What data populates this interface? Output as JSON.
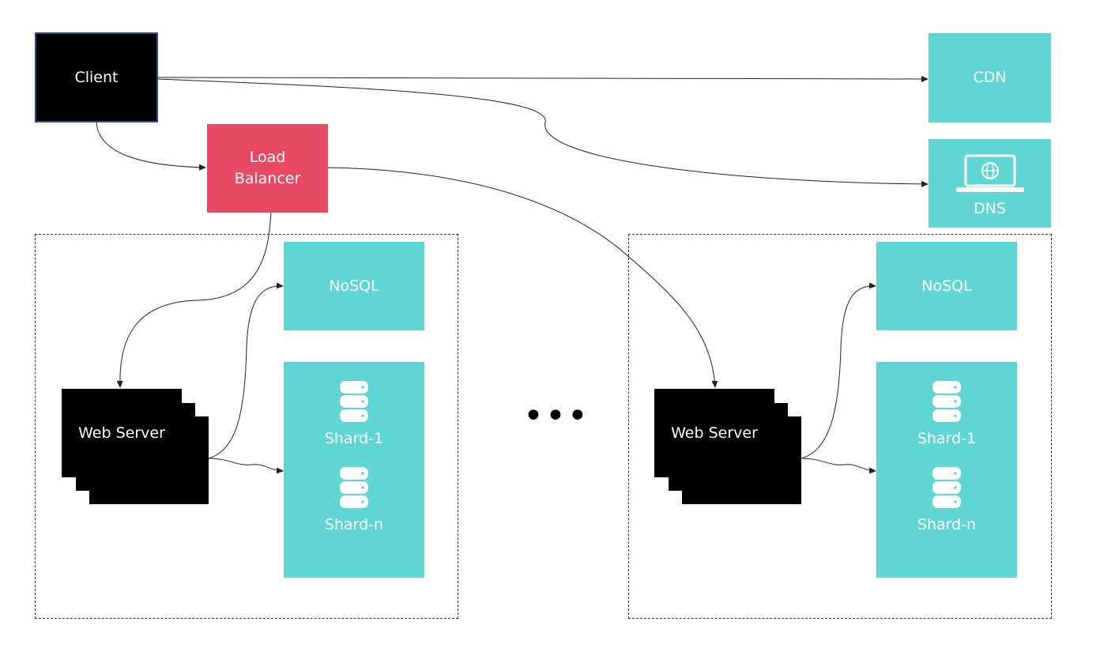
{
  "nodes": {
    "client": "Client",
    "cdn": "CDN",
    "dns": "DNS",
    "load_balancer_line1": "Load",
    "load_balancer_line2": "Balancer",
    "ellipsis": "•••"
  },
  "groups": [
    {
      "web_server": "Web Server",
      "nosql": "NoSQL",
      "shards": [
        "Shard-1",
        "Shard-n"
      ]
    },
    {
      "web_server": "Web Server",
      "nosql": "NoSQL",
      "shards": [
        "Shard-1",
        "Shard-n"
      ]
    }
  ],
  "colors": {
    "teal": "#5fd6d4",
    "load_balancer": "#e84a63",
    "client": "#000000",
    "web_server": "#000000"
  },
  "icons": [
    "database-icon",
    "laptop-globe-icon"
  ]
}
